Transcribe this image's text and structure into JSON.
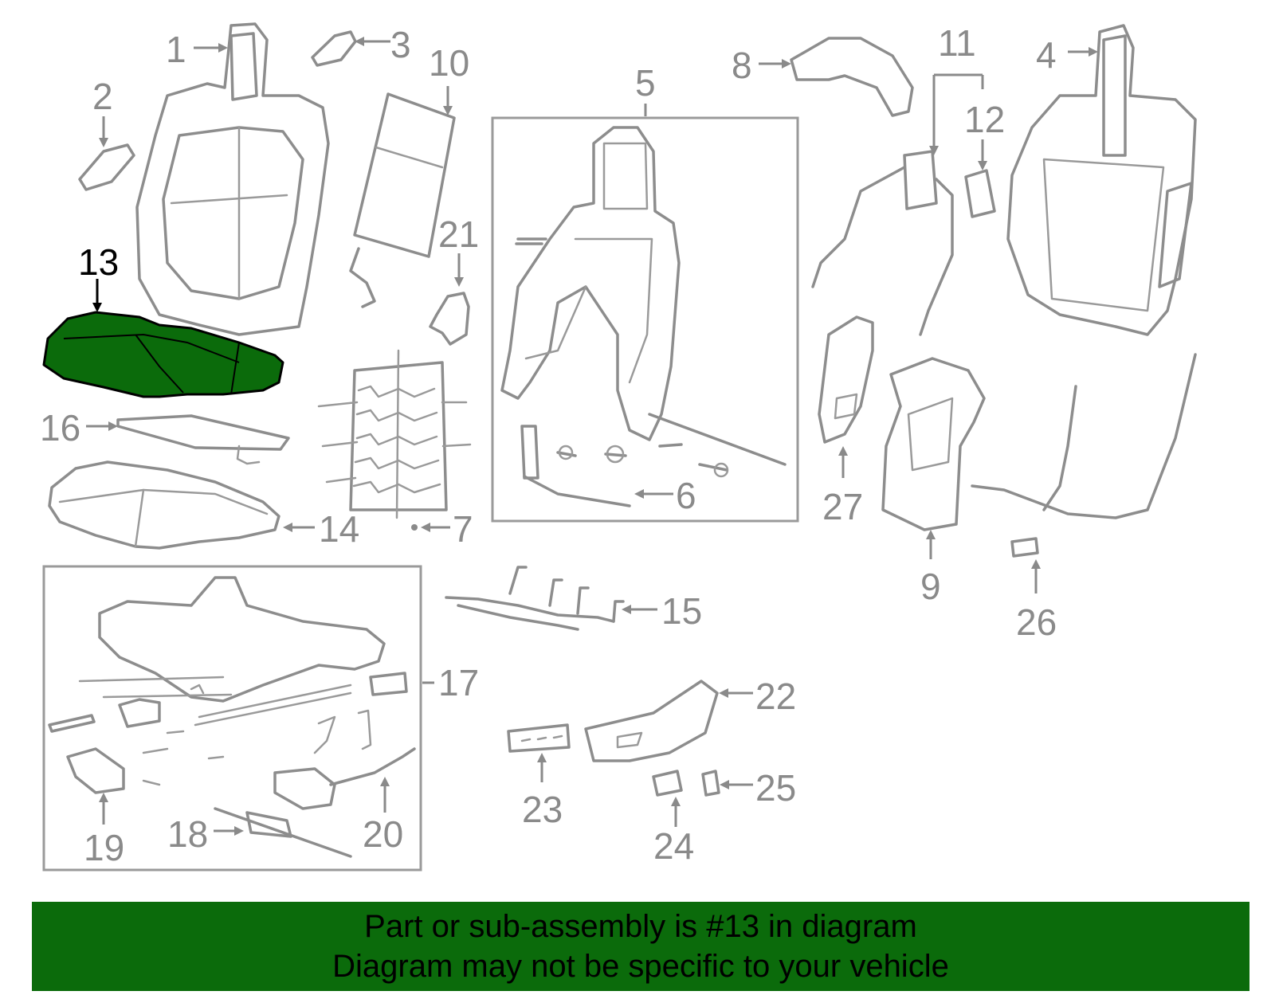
{
  "highlight_color": "#0b6b0b",
  "callouts": {
    "c1": "1",
    "c2": "2",
    "c3": "3",
    "c4": "4",
    "c5": "5",
    "c6": "6",
    "c7": "7",
    "c8": "8",
    "c9": "9",
    "c10": "10",
    "c11": "11",
    "c12": "12",
    "c13": "13",
    "c14": "14",
    "c15": "15",
    "c16": "16",
    "c17": "17",
    "c18": "18",
    "c19": "19",
    "c20": "20",
    "c21": "21",
    "c22": "22",
    "c23": "23",
    "c24": "24",
    "c25": "25",
    "c26": "26",
    "c27": "27"
  },
  "banner": {
    "line1": "Part or sub-assembly is #13 in diagram",
    "line2": "Diagram may not be specific to your vehicle"
  }
}
